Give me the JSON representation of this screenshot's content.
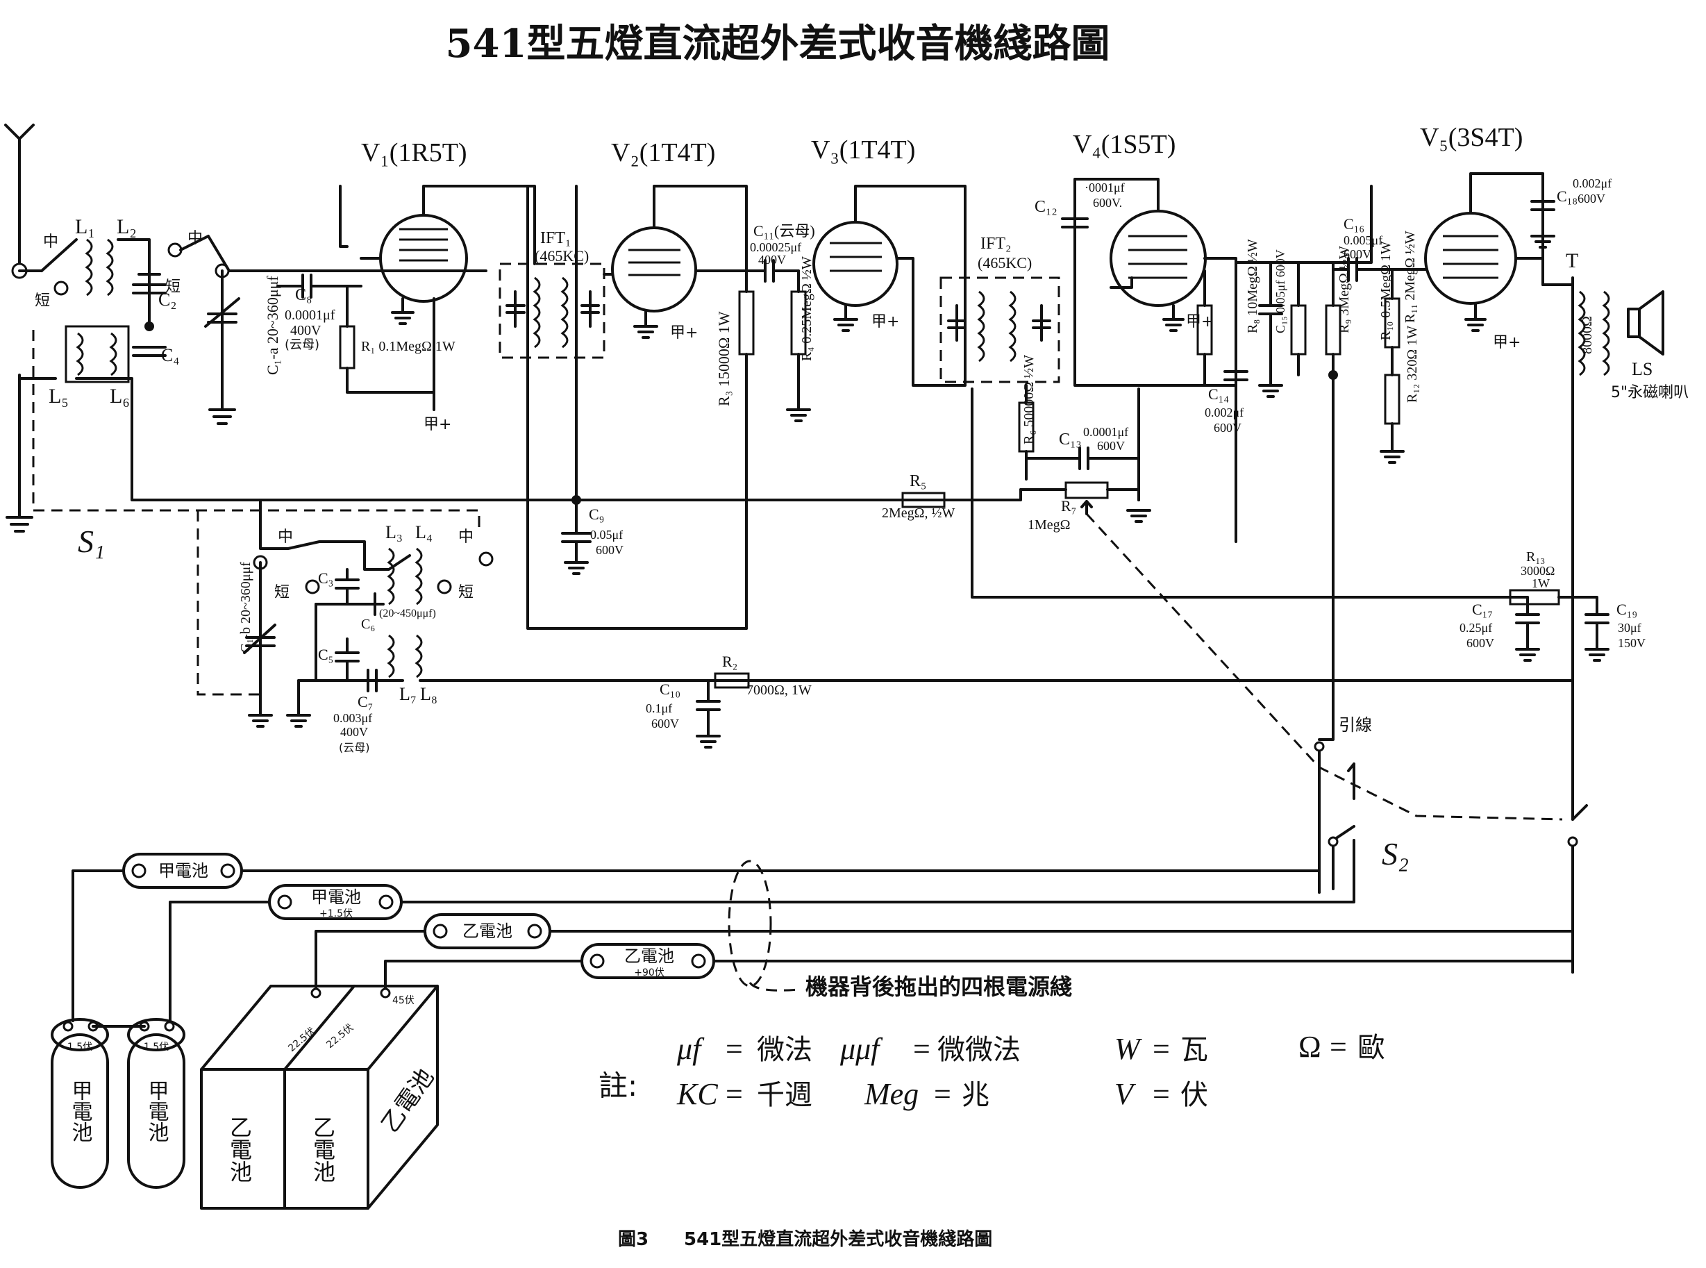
{
  "title": "541型五燈直流超外差式收音機綫路圖",
  "caption": {
    "fig": "圖3",
    "text": "541型五燈直流超外差式收音機綫路圖"
  },
  "tubes": [
    {
      "label": "V₁(1R5T)"
    },
    {
      "label": "V₂(1T4T)"
    },
    {
      "label": "V₃(1T4T)"
    },
    {
      "label": "V₄(1S5T)"
    },
    {
      "label": "V₅(3S4T)"
    }
  ],
  "ift": [
    {
      "name": "IFT₁",
      "freq": "(465KC)"
    },
    {
      "name": "IFT₂",
      "freq": "(465KC)"
    }
  ],
  "coils": {
    "l1": "L₁",
    "l2": "L₂",
    "l3": "L₃",
    "l4": "L₄",
    "l5": "L₅",
    "l6": "L₆",
    "l7": "L₇",
    "l8": "L₈"
  },
  "switch_marks": {
    "mid": "中",
    "short": "短"
  },
  "components": {
    "c1a": "C₁-a 20~360μμf",
    "c1b": "C₁-b 20~360μμf",
    "c2": "C₂",
    "c3": "C₃",
    "c4": "C₄",
    "c5": "C₅",
    "c6_name": "C₆",
    "c6_val": "(20~450μμf)",
    "c7_name": "C₇",
    "c7_val1": "0.003μf",
    "c7_val2": "400V",
    "c7_val3": "(云母)",
    "c8_name": "C₈",
    "c8_val1": "0.0001μf",
    "c8_val2": "400V",
    "c8_val3": "(云母)",
    "c9_name": "C₉",
    "c9_val1": "0.05μf",
    "c9_val2": "600V",
    "c10_name": "C₁₀",
    "c10_val1": "0.1μf",
    "c10_val2": "600V",
    "c11_name": "C₁₁(云母)",
    "c11_val1": "0.00025μf",
    "c11_val2": "400V",
    "c12_name": "C₁₂",
    "c12_val1": "·0001μf",
    "c12_val2": "600V.",
    "c13_name": "C₁₃",
    "c13_val1": "0.0001μf",
    "c13_val2": "600V",
    "c14_name": "C₁₄",
    "c14_val1": "0.002μf",
    "c14_val2": "600V",
    "c15": "C₁₅ 0.05μf 600V",
    "c16_name": "C₁₆",
    "c16_val1": "0.005μf",
    "c16_val2": "600V",
    "c17_name": "C₁₇",
    "c17_val1": "0.25μf",
    "c17_val2": "600V",
    "c18_name": "C₁₈",
    "c18_val1": "0.002μf",
    "c18_val2": "600V",
    "c19_name": "C₁₉",
    "c19_val1": "30μf",
    "c19_val2": "150V",
    "r1": "R₁ 0.1MegΩ 1W",
    "r2_name": "R₂",
    "r2_val": "7000Ω, 1W",
    "r3": "R₃ 15000Ω 1W",
    "r4": "R₄ 0.25MegΩ ½W",
    "r5_name": "R₅",
    "r5_val": "2MegΩ, ½W",
    "r6": "R₆ 50000Ω ½W",
    "r7_name": "R₇",
    "r7_val": "1MegΩ",
    "r8": "R₈ 10MegΩ ½W",
    "r9": "R₉ 3MegΩ ½W",
    "r10": "R₁₀ 0.5MegΩ 1W",
    "r11": "R₁₁ 2MegΩ ½W",
    "r12": "R₁₂ 320Ω 1W",
    "r13_name": "R₁₃",
    "r13_val1": "3000Ω",
    "r13_val2": "1W",
    "t": "T",
    "t_val": "8000Ω",
    "ls": "LS",
    "ls_desc": "5\"永磁喇叭",
    "pin_a": "甲+",
    "s1": "S₁",
    "s2": "S₂",
    "pilot": "引線"
  },
  "power_leads": [
    {
      "label": "甲電池",
      "sub": "−"
    },
    {
      "label": "甲電池",
      "sub": "+1.5伏"
    },
    {
      "label": "乙電池",
      "sub": "−"
    },
    {
      "label": "乙電池",
      "sub": "+90伏"
    }
  ],
  "power_leads_note": "機器背後拖出的四根電源綫",
  "batteries": {
    "a_cell": "甲電池",
    "a_volt": "1.5伏",
    "b_cell": "乙電池",
    "b_volt": "22.5伏",
    "b_volt2": "45伏",
    "b_box": "乙電池"
  },
  "legend_label": "註:",
  "legend": [
    {
      "sym": "μf",
      "eq": "=",
      "meaning": "微法"
    },
    {
      "sym": "μμf",
      "eq": "=",
      "meaning": "微微法"
    },
    {
      "sym": "W",
      "eq": "=",
      "meaning": "瓦"
    },
    {
      "sym": "Ω",
      "eq": "=",
      "meaning": "歐"
    },
    {
      "sym": "KC",
      "eq": "=",
      "meaning": "千週"
    },
    {
      "sym": "Meg",
      "eq": "=",
      "meaning": "兆"
    },
    {
      "sym": "V",
      "eq": "=",
      "meaning": "伏"
    }
  ]
}
